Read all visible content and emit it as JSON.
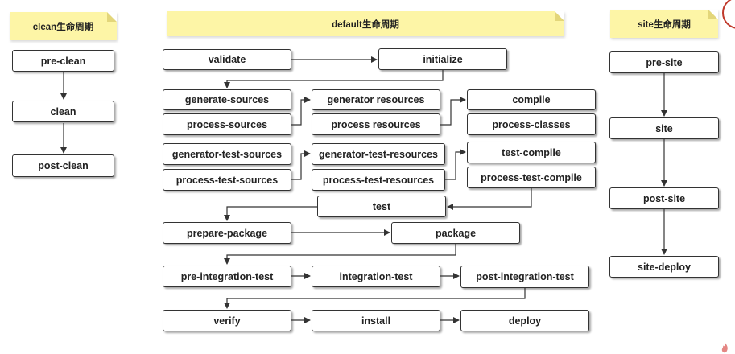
{
  "lifecycles": {
    "clean": {
      "title": "clean生命周期",
      "phases": [
        "pre-clean",
        "clean",
        "post-clean"
      ]
    },
    "default": {
      "title": "default生命周期",
      "phases": {
        "validate": "validate",
        "initialize": "initialize",
        "generate_sources": "generate-sources",
        "process_sources": "process-sources",
        "generate_resources": "generator resources",
        "process_resources": "process resources",
        "compile": "compile",
        "process_classes": "process-classes",
        "generate_test_sources": "generator-test-sources",
        "process_test_sources": "process-test-sources",
        "generate_test_resources": "generator-test-resources",
        "process_test_resources": "process-test-resources",
        "test_compile": "test-compile",
        "process_test_compile": "process-test-compile",
        "test": "test",
        "prepare_package": "prepare-package",
        "package": "package",
        "pre_integration_test": "pre-integration-test",
        "integration_test": "integration-test",
        "post_integration_test": "post-integration-test",
        "verify": "verify",
        "install": "install",
        "deploy": "deploy"
      }
    },
    "site": {
      "title": "site生命周期",
      "phases": [
        "pre-site",
        "site",
        "post-site",
        "site-deploy"
      ]
    }
  },
  "colors": {
    "note_bg": "#fdf5a6",
    "box_border": "#333333",
    "arrow": "#333333",
    "logo": "#c0392b"
  }
}
